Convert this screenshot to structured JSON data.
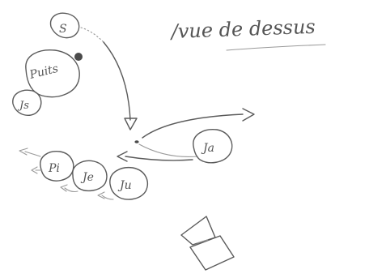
{
  "title": "/vue de dessus",
  "nodes": {
    "s": "S",
    "puits": "Puits",
    "js": "Js",
    "ja": "Ja",
    "ju": "Ju",
    "je": "Je",
    "pi": "Pi"
  }
}
